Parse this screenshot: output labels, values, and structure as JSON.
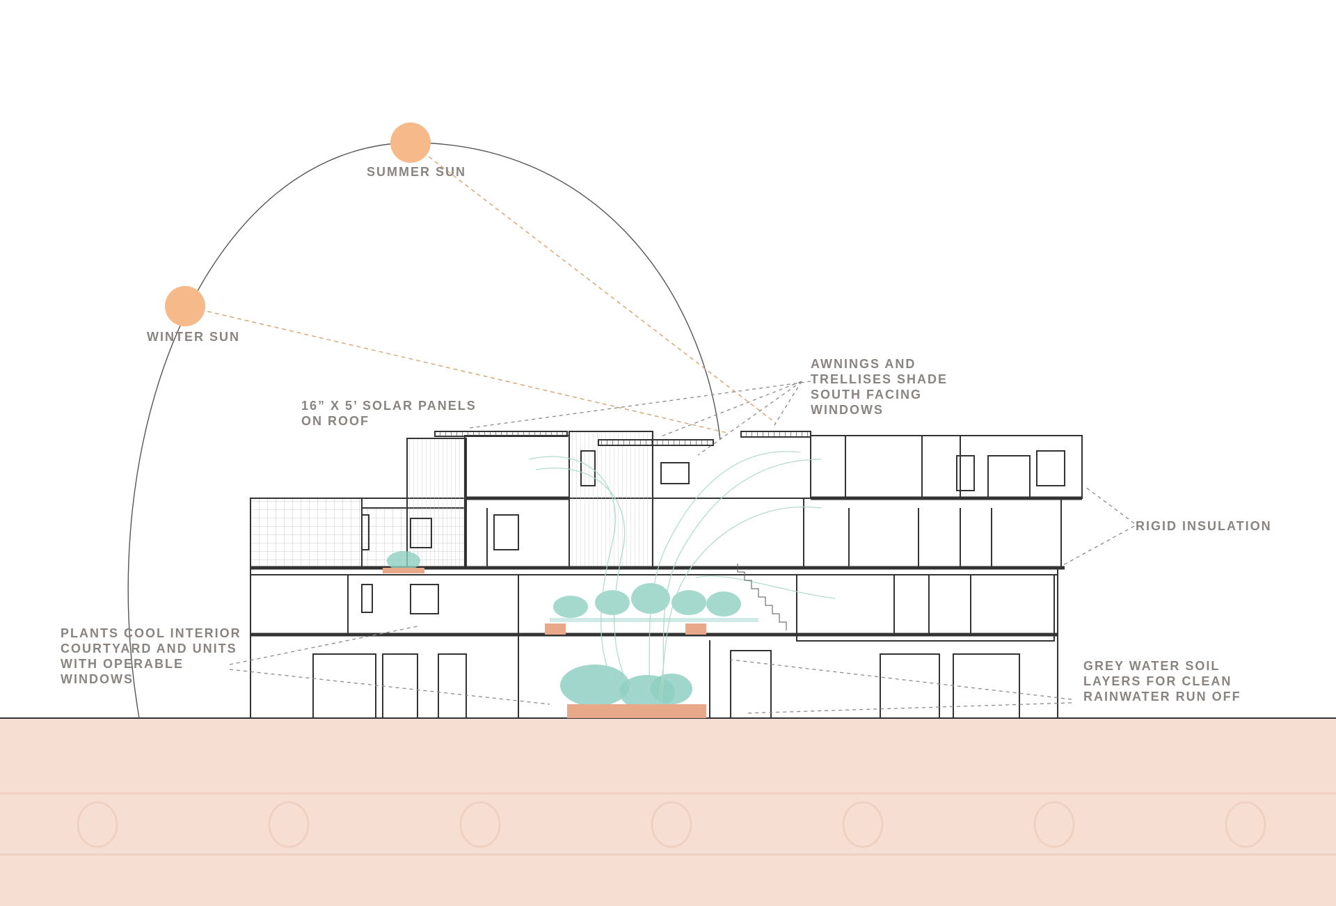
{
  "labels": {
    "summer_sun": "SUMMER SUN",
    "winter_sun": "WINTER SUN",
    "solar_panels": "16” X 5’ SOLAR PANELS\nON ROOF",
    "awnings": "AWNINGS AND\nTRELLISES SHADE\nSOUTH FACING\nWINDOWS",
    "rigid_insulation": "RIGID INSULATION",
    "plants": "PLANTS COOL INTERIOR\nCOURTYARD AND UNITS\nWITH OPERABLE\nWINDOWS",
    "grey_water": "GREY WATER SOIL\nLAYERS FOR CLEAN\nRAINWATER RUN OFF"
  },
  "colors": {
    "sun": "#f6b98a",
    "ground": "#f6dfd2",
    "line": "#333333",
    "label_text": "#8a8480",
    "foliage": "#8fcfc2",
    "planter_soil": "#e8a88a",
    "sun_ray": "#d7a878",
    "leader": "#8a8a8a"
  }
}
